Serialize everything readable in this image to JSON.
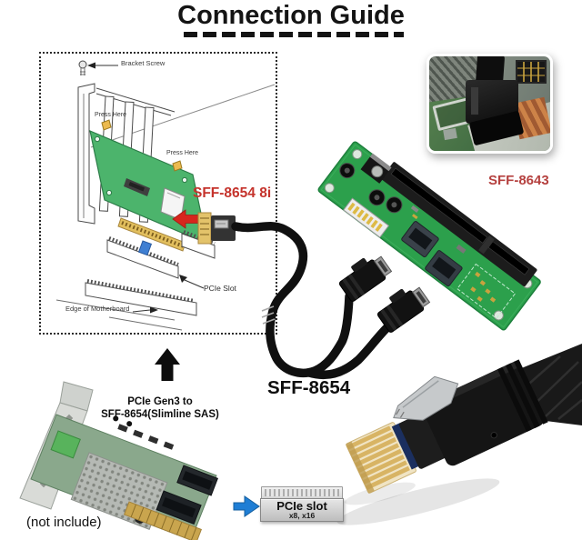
{
  "title": "Connection Guide",
  "diagram": {
    "bracket_screw": "Bracket Screw",
    "press_here_top": "Press Here",
    "press_here_right": "Press Here",
    "connector_label": "SFF-8654 8i",
    "pcie_slot": "PCIe Slot",
    "edge_of_motherboard": "Edge of Motherboard"
  },
  "photos": {
    "motherboard_connector_label": "SFF-8643",
    "cable_label": "SFF-8654"
  },
  "bottom_left": {
    "caption_line1": "PCIe Gen3 to",
    "caption_line2": "SFF-8654(Slimline SAS)",
    "not_include": "(not include)"
  },
  "pcie_slot_tag": {
    "title": "PCIe slot",
    "sizes": "x8, x16"
  },
  "icons": {
    "red_arrow": "left-arrow",
    "up_arrow": "up-arrow",
    "blue_arrow": "right-arrow"
  },
  "colors": {
    "label_red": "#b5413f",
    "highlight_red": "#c5332c",
    "arrow_red": "#d7261d",
    "arrow_blue": "#1f7ed5",
    "diagram_card_green": "#4cb46c",
    "adapter_pcb_green": "#2ca04c",
    "cable_black": "#141414",
    "gold": "#d8b464"
  }
}
